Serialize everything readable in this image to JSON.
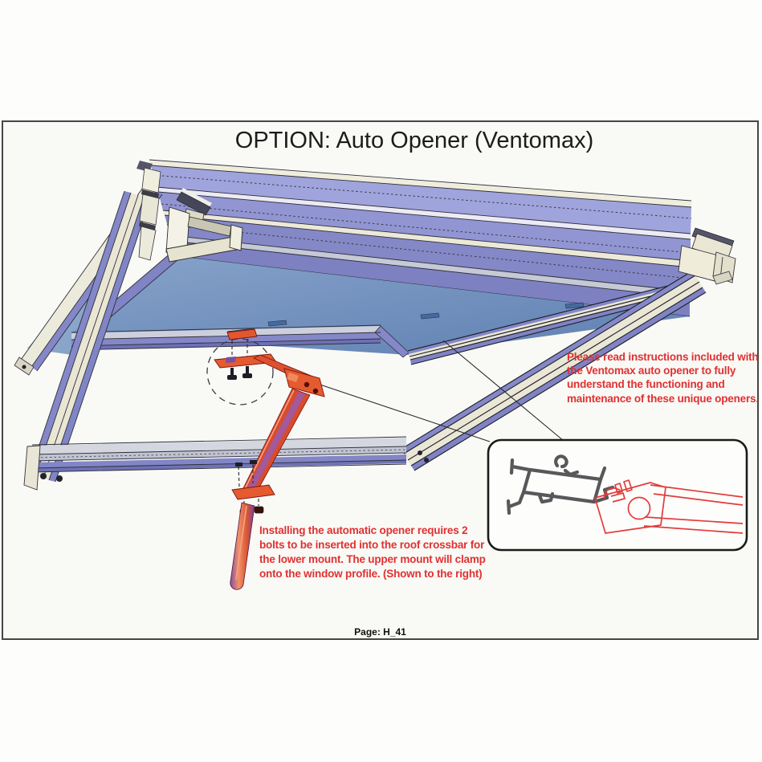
{
  "page": {
    "title": "OPTION: Auto Opener (Ventomax)",
    "footer": "Page: H_41"
  },
  "annotations": {
    "read_instructions": "Please read instructions included with\nthe Ventomax auto opener to fully\nunderstand the functioning and\nmaintenance of these unique openers.",
    "installation": "Installing the automatic opener requires 2\nbolts to be inserted into the roof crossbar for\nthe lower mount. The upper mount will clamp\nonto the window profile. (Shown to the right)"
  },
  "figure": {
    "subject": "roof-window-with-ventomax-auto-opener",
    "inset_subject": "window-profile-and-opener-clamp-cross-section"
  },
  "colors": {
    "annotation_red": "#e03131",
    "mechanism_orange": "#e2572f",
    "glass_blue": "#6d8cba",
    "frame_lavender": "#9296d0",
    "rafter_cream": "#eae7d6",
    "page_border": "#454545",
    "inset_outline_gray": "#57585a",
    "inset_outline_red": "#e23b3b"
  }
}
